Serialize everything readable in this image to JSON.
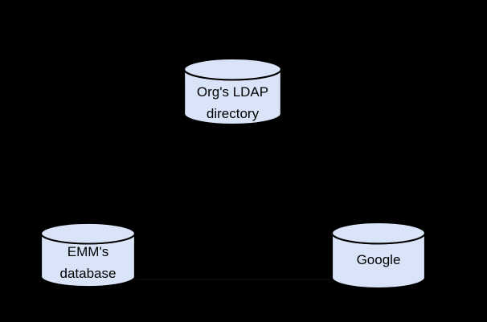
{
  "colors": {
    "background": "#000000",
    "cylinder_fill": "#d9e4f8",
    "cylinder_stroke": "#000000",
    "label_text": "#000000",
    "connector_faint": "#0c0c0c"
  },
  "diagram": {
    "nodes": [
      {
        "id": "org-ldap-directory",
        "shape": "cylinder",
        "label_line1": "Org's LDAP",
        "label_line2": "directory"
      },
      {
        "id": "emm-database",
        "shape": "cylinder",
        "label_line1": "EMM's",
        "label_line2": "database"
      },
      {
        "id": "google",
        "shape": "cylinder",
        "label_line1": "Google"
      }
    ],
    "connections": [
      {
        "from": "emm-database",
        "to": "google",
        "visibility": "faint"
      }
    ]
  }
}
